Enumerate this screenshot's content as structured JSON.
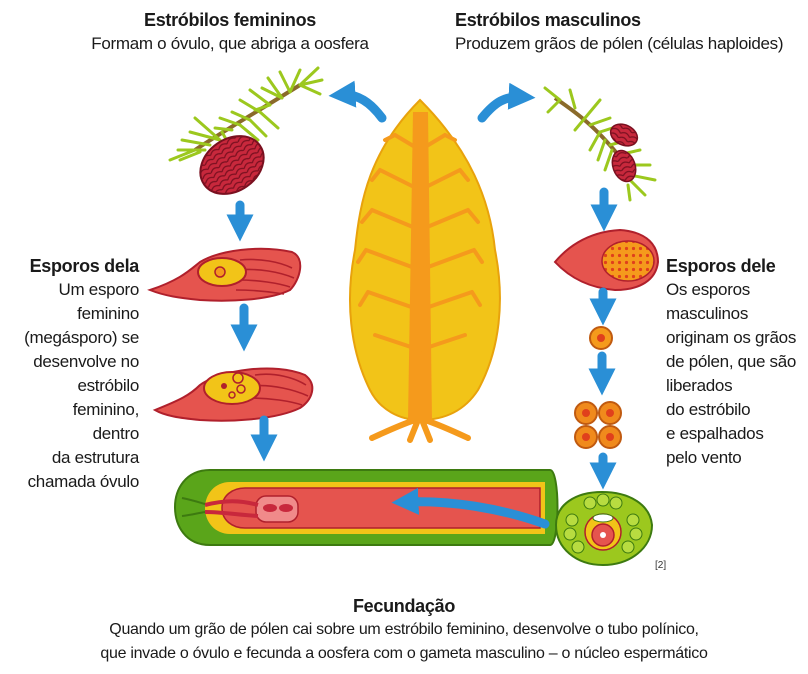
{
  "female_cones": {
    "title": "Estróbilos femininos",
    "desc": "Formam o óvulo, que abriga a oosfera"
  },
  "male_cones": {
    "title": "Estróbilos masculinos",
    "desc": "Produzem grãos de pólen (células haploides)"
  },
  "her_spores": {
    "title": "Esporos dela",
    "lines": [
      "Um esporo",
      "feminino",
      "(megásporo) se",
      "desenvolve no",
      "estróbilo",
      "feminino,",
      "dentro",
      "da estrutura",
      "chamada óvulo"
    ]
  },
  "his_spores": {
    "title": "Esporos dele",
    "lines": [
      "Os esporos",
      "masculinos",
      "originam os grãos",
      "de pólen, que são",
      "liberados",
      "do estróbilo",
      "e espalhados",
      "pelo vento"
    ]
  },
  "fertilization": {
    "title": "Fecundação",
    "line1": "Quando um grão de pólen cai sobre um estróbilo feminino, desenvolve o tubo polínico,",
    "line2": "que invade o óvulo e fecunda a oosfera com o gameta masculino – o núcleo espermático"
  },
  "reference": "[2]",
  "colors": {
    "arrow": "#2a8fd6",
    "cone_red": "#c8283c",
    "tissue_red": "#e5544e",
    "tree_yellow": "#f2c418",
    "tree_orange": "#f59a1c",
    "needle_green": "#9cc81e",
    "ovule_green": "#5aa51a",
    "spore_orange": "#f08a1c"
  }
}
